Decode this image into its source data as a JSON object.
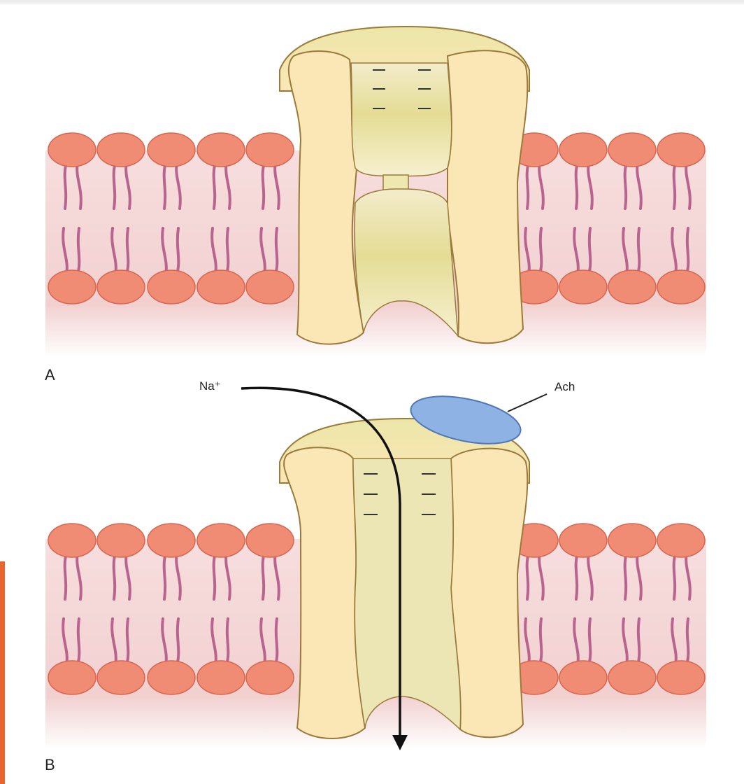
{
  "panels": [
    {
      "label": "A",
      "state": "closed"
    },
    {
      "label": "B",
      "state": "open"
    }
  ],
  "ion_label": "Na⁺",
  "ligand_label": "Ach",
  "colors": {
    "accent": "#e8662e",
    "membrane_band": "#f4d3d3",
    "lipid_head": "#f08c74",
    "lipid_tail": "#b9648f",
    "channel_fill": "#fbe7b6",
    "channel_pore": "#e9e2a0",
    "channel_stroke": "#9a7a3a",
    "ligand_fill": "#8fb2e4",
    "ligand_stroke": "#4f78b8",
    "arrow": "#111111"
  }
}
